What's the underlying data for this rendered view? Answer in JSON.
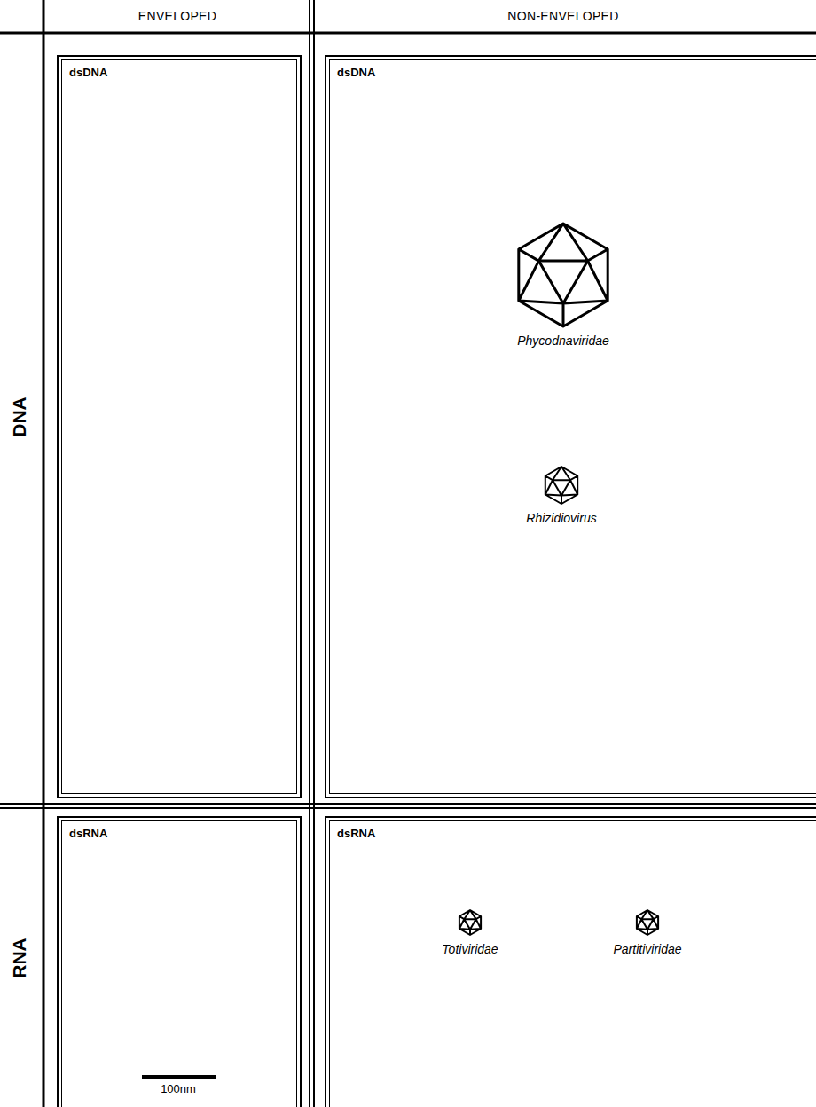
{
  "diagram": {
    "nodes": [
      {
        "text": [
          "dsDNA"
        ]
      },
      {
        "text": [
          "dsDNA"
        ]
      },
      {
        "text": [
          "Phycodnaviridae"
        ],
        "in": 1
      },
      {
        "text": [
          "Rhizidiovirus"
        ],
        "in": 1
      },
      {
        "text": [
          "dsRNA"
        ]
      },
      {
        "text": [
          "dsRNA"
        ]
      },
      {
        "text": [
          "Totiviridae"
        ],
        "in": 5
      },
      {
        "text": [
          "Partitiviridae"
        ],
        "in": 5
      }
    ],
    "labels": [
      "ENVELOPED",
      "NON-ENVELOPED",
      "DNA",
      "RNA",
      "100nm"
    ]
  }
}
